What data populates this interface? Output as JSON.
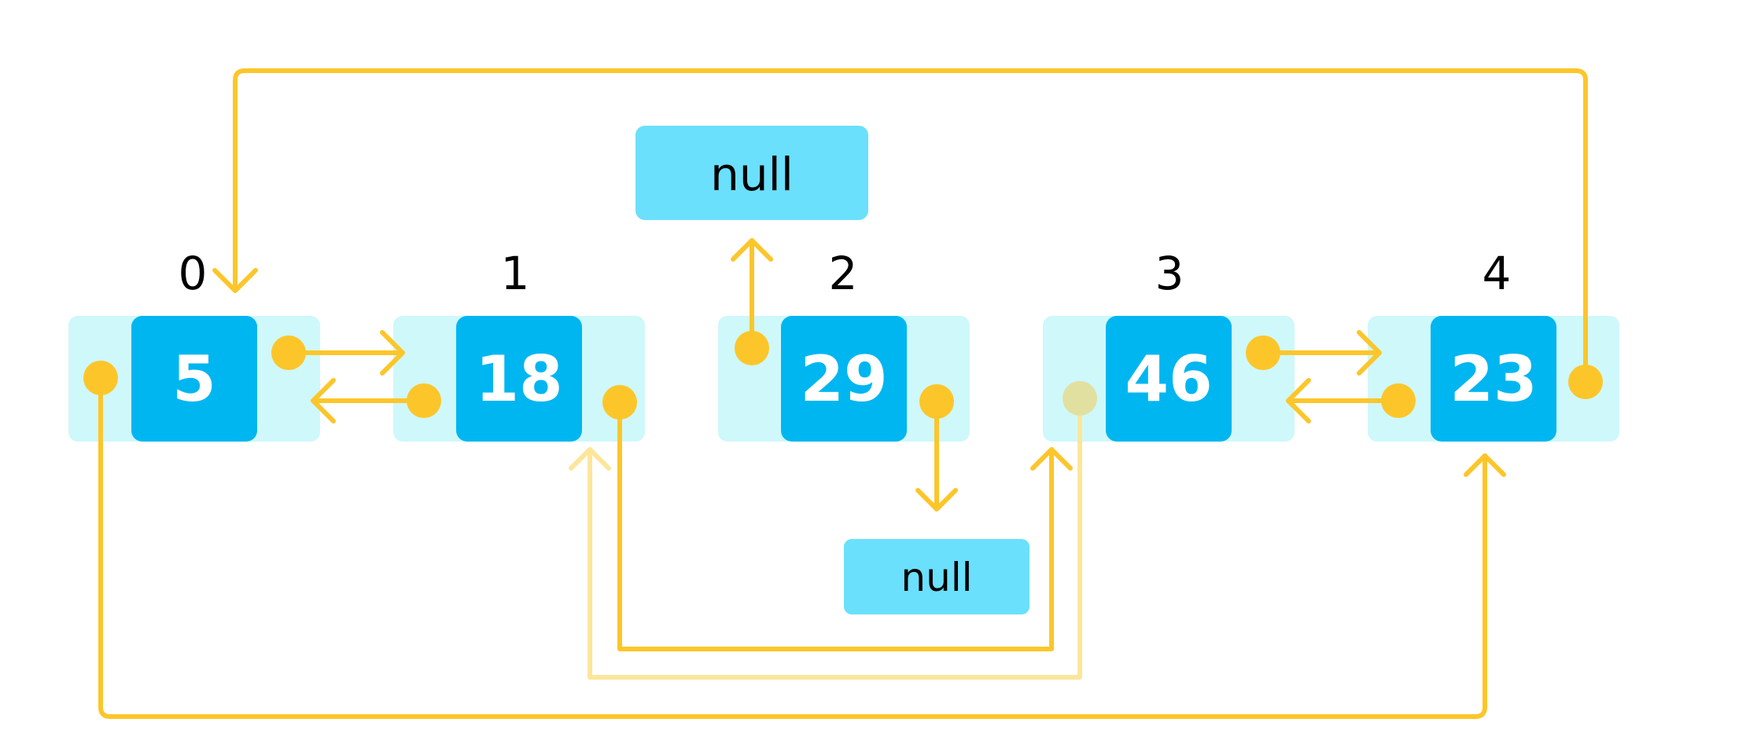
{
  "colors": {
    "node_bg": "#cff8fb",
    "value_box": "#00b6f0",
    "null_box": "#6ae0fc",
    "pointer": "#fcc62a",
    "pointer_faded": "#fce69a",
    "pointer_dot_faded": "#e2e0a0"
  },
  "nodes": [
    {
      "index": "0",
      "value": "5"
    },
    {
      "index": "1",
      "value": "18"
    },
    {
      "index": "2",
      "value": "29"
    },
    {
      "index": "3",
      "value": "46"
    },
    {
      "index": "4",
      "value": "23"
    }
  ],
  "null_top": "null",
  "null_bottom": "null"
}
